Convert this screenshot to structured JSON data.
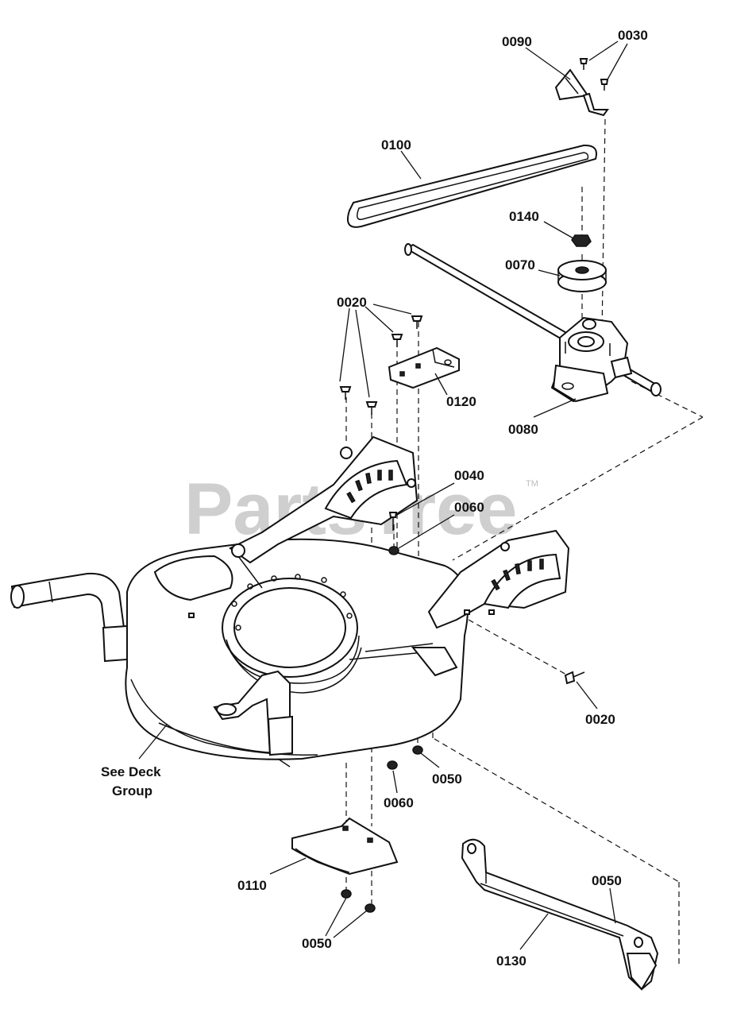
{
  "watermark": {
    "text": "PartsTree",
    "tm": "TM"
  },
  "labels": {
    "p0090": "0090",
    "p0030": "0030",
    "p0100": "0100",
    "p0140": "0140",
    "p0070": "0070",
    "p0020_top": "0020",
    "p0120": "0120",
    "p0080": "0080",
    "p0040": "0040",
    "p0060_mid": "0060",
    "p0020_right": "0020",
    "see_deck_line1": "See Deck",
    "see_deck_line2": "Group",
    "p0050_mid": "0050",
    "p0060_low": "0060",
    "p0110": "0110",
    "p0050_low": "0050",
    "p0050_right": "0050",
    "p0130": "0130"
  }
}
